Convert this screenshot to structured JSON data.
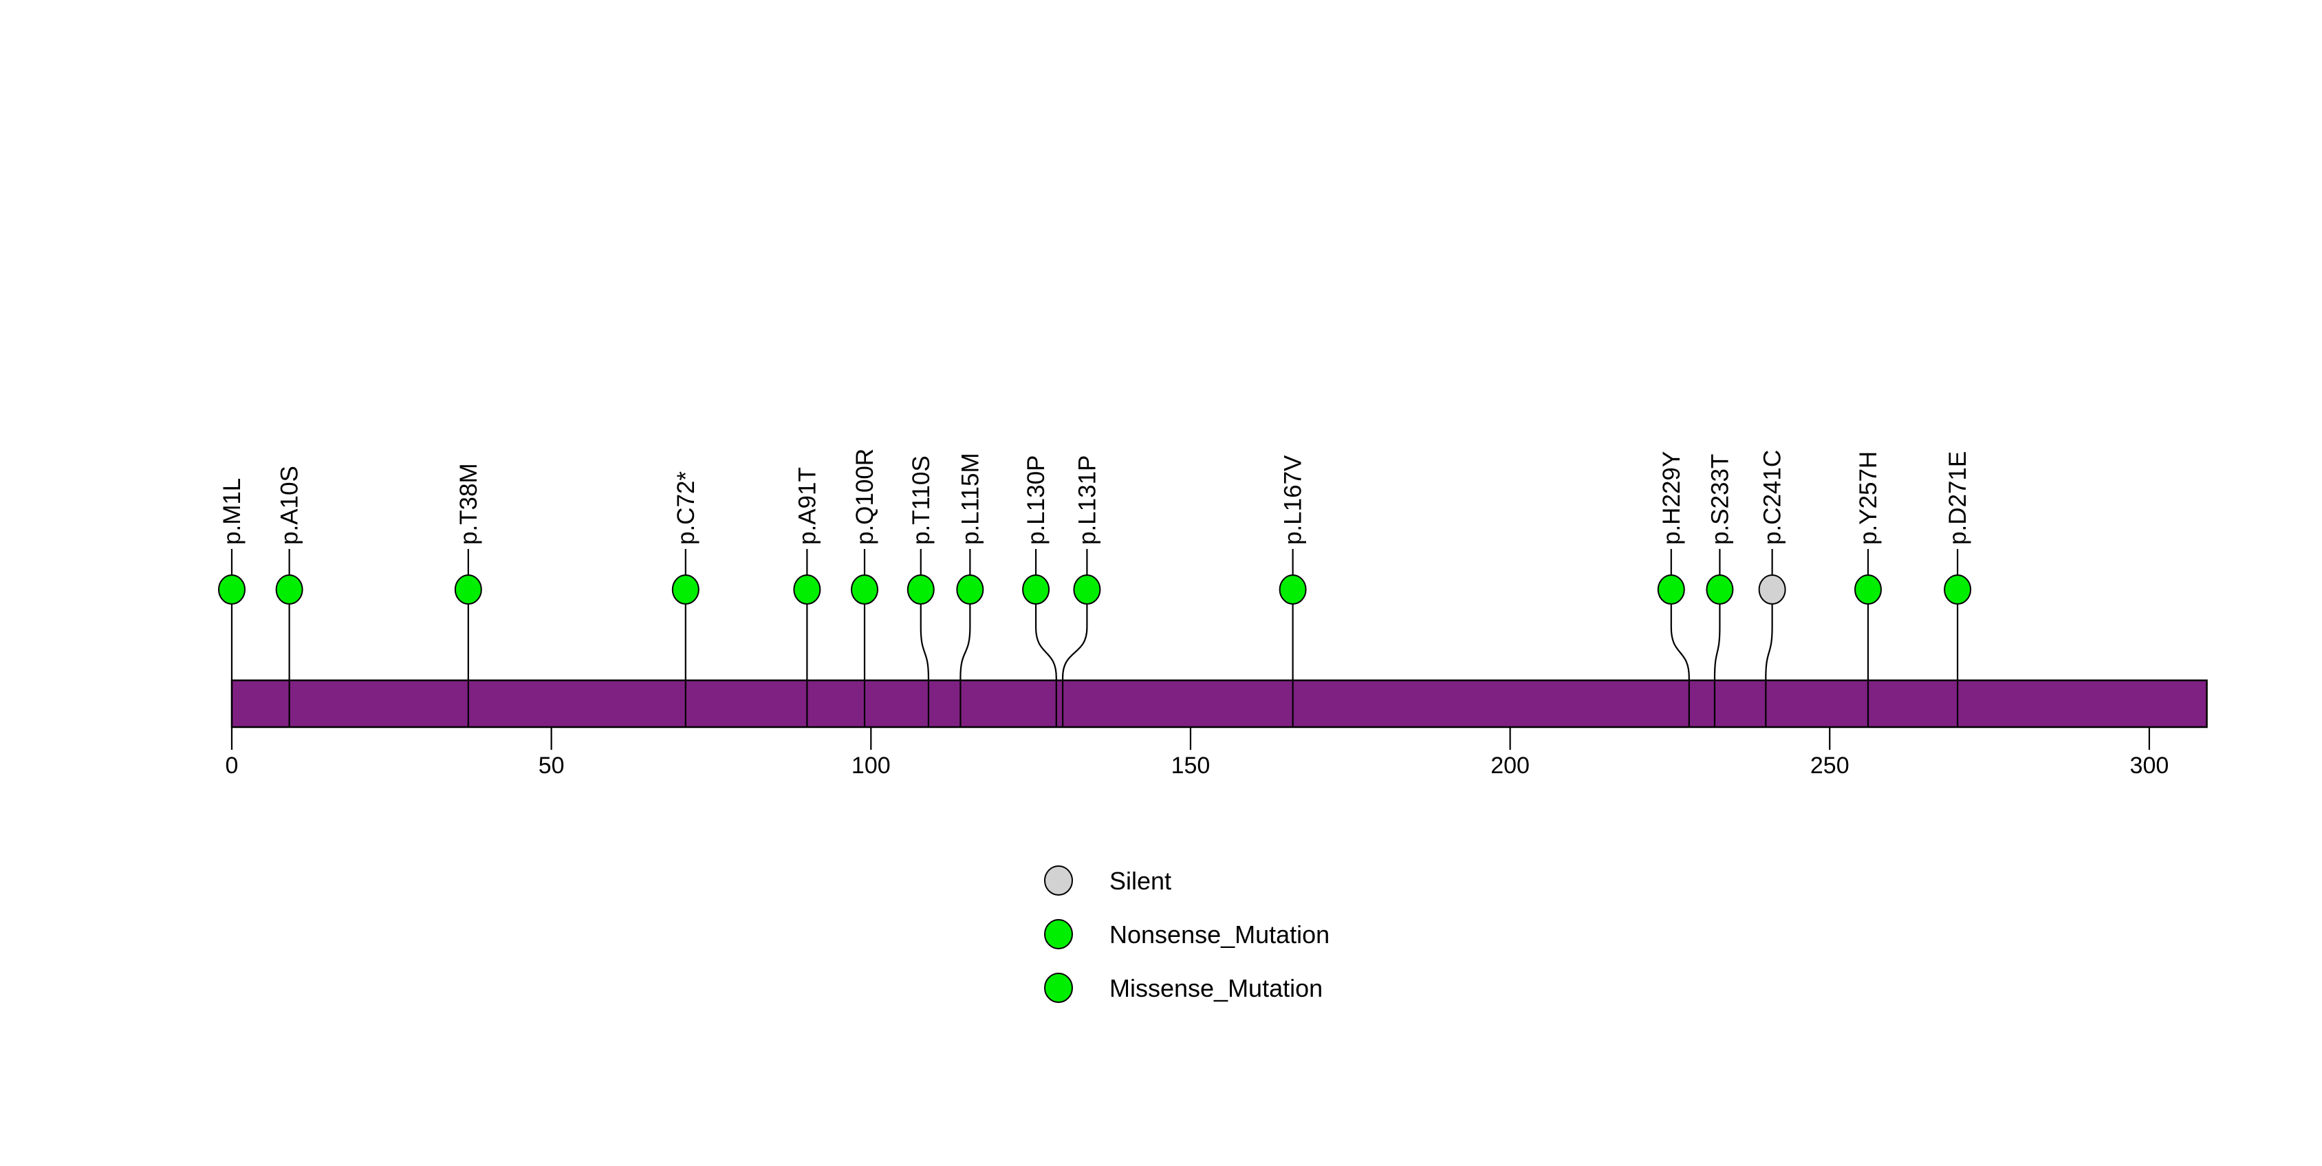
{
  "chart_data": {
    "type": "lollipop",
    "title": "",
    "protein_length": 309,
    "xlim": [
      0,
      309
    ],
    "x_ticks": [
      0,
      50,
      100,
      150,
      200,
      250,
      300
    ],
    "grid": false,
    "backbone_color": "#7F2182",
    "stem_color": "#000000",
    "circle_outline_color": "#000000",
    "mutation_class_colors": {
      "Missense_Mutation": "#00EE00",
      "Nonsense_Mutation": "#00EE00",
      "Silent": "#D2D2D2"
    },
    "mutations": [
      {
        "label": "p.M1L",
        "pos": 1,
        "class": "Missense_Mutation",
        "dodge": 0
      },
      {
        "label": "p.A10S",
        "pos": 10,
        "class": "Missense_Mutation",
        "dodge": 0
      },
      {
        "label": "p.T38M",
        "pos": 38,
        "class": "Missense_Mutation",
        "dodge": 0
      },
      {
        "label": "p.C72*",
        "pos": 72,
        "class": "Nonsense_Mutation",
        "dodge": 0
      },
      {
        "label": "p.A91T",
        "pos": 91,
        "class": "Missense_Mutation",
        "dodge": 0
      },
      {
        "label": "p.Q100R",
        "pos": 100,
        "class": "Missense_Mutation",
        "dodge": 0
      },
      {
        "label": "p.T110S",
        "pos": 110,
        "class": "Missense_Mutation",
        "dodge": -1.2
      },
      {
        "label": "p.L115M",
        "pos": 115,
        "class": "Missense_Mutation",
        "dodge": 1.5
      },
      {
        "label": "p.L130P",
        "pos": 130,
        "class": "Missense_Mutation",
        "dodge": -3.2
      },
      {
        "label": "p.L131P",
        "pos": 131,
        "class": "Missense_Mutation",
        "dodge": 3.8
      },
      {
        "label": "p.L167V",
        "pos": 167,
        "class": "Missense_Mutation",
        "dodge": 0
      },
      {
        "label": "p.H229Y",
        "pos": 229,
        "class": "Missense_Mutation",
        "dodge": -2.8
      },
      {
        "label": "p.S233T",
        "pos": 233,
        "class": "Missense_Mutation",
        "dodge": 0.8
      },
      {
        "label": "p.C241C",
        "pos": 241,
        "class": "Silent",
        "dodge": 1.0
      },
      {
        "label": "p.Y257H",
        "pos": 257,
        "class": "Missense_Mutation",
        "dodge": 0
      },
      {
        "label": "p.D271E",
        "pos": 271,
        "class": "Missense_Mutation",
        "dodge": 0
      }
    ],
    "legend": [
      {
        "label": "Silent",
        "color": "#D2D2D2"
      },
      {
        "label": "Nonsense_Mutation",
        "color": "#00EE00"
      },
      {
        "label": "Missense_Mutation",
        "color": "#00EE00"
      }
    ],
    "legend_position": "bottom-center"
  }
}
